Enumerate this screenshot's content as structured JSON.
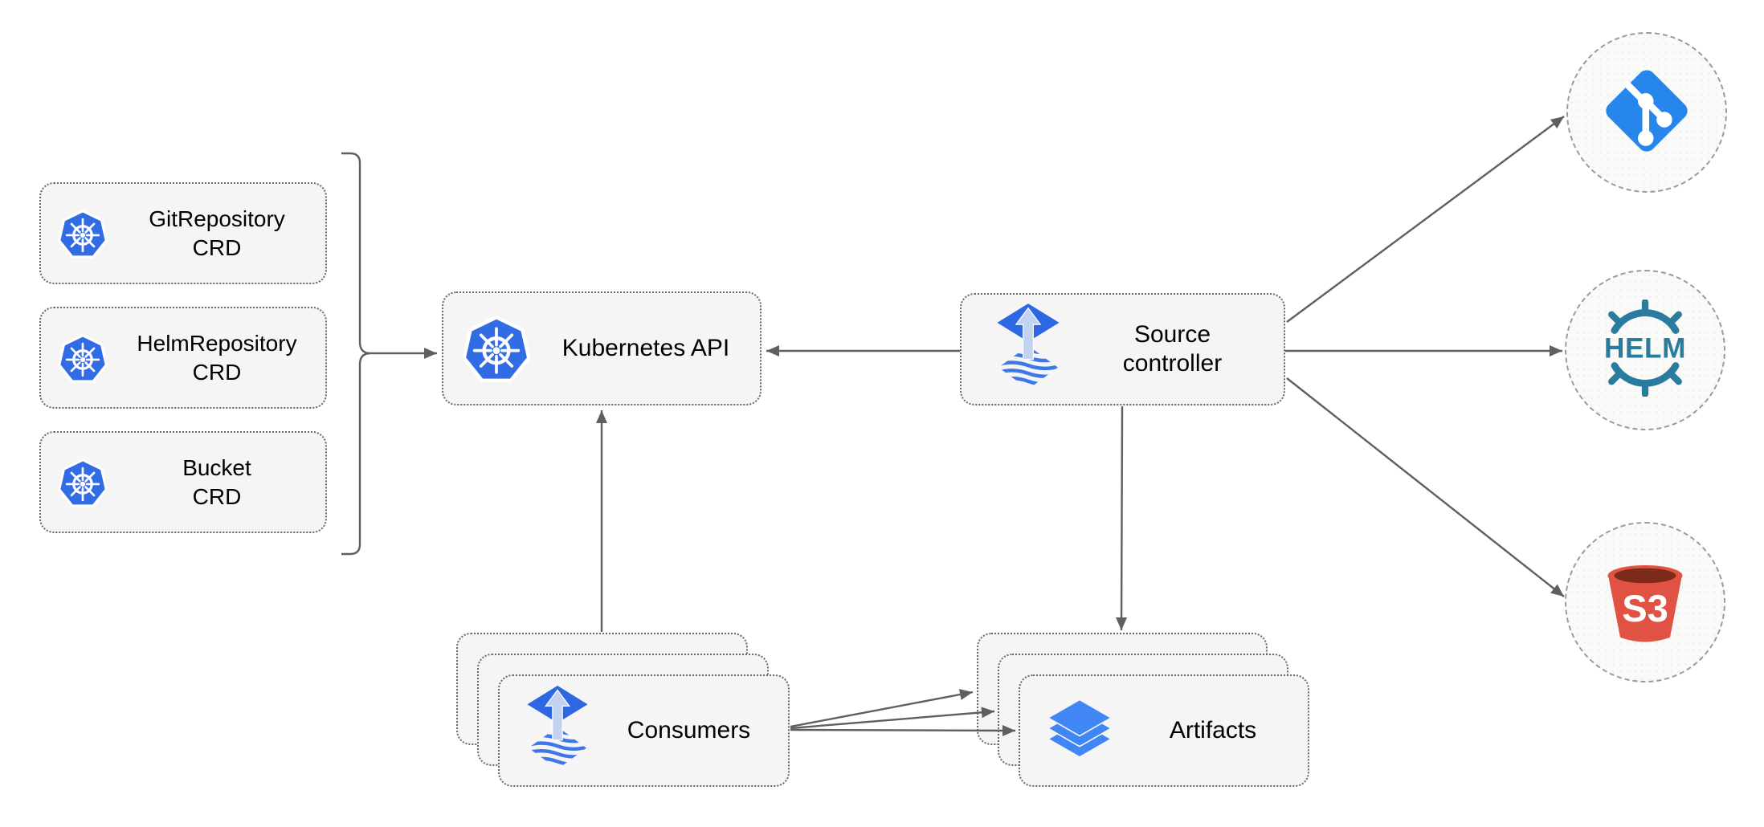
{
  "diagram": {
    "type": "architecture-diagram",
    "background": "#ffffff"
  },
  "nodes": {
    "git_repository_crd": {
      "line1": "GitRepository",
      "line2": "CRD",
      "icon": "kubernetes-icon"
    },
    "helm_repository_crd": {
      "line1": "HelmRepository",
      "line2": "CRD",
      "icon": "kubernetes-icon"
    },
    "bucket_crd": {
      "line1": "Bucket",
      "line2": "CRD",
      "icon": "kubernetes-icon"
    },
    "kubernetes_api": {
      "label": "Kubernetes API",
      "icon": "kubernetes-icon"
    },
    "source_controller": {
      "line1": "Source",
      "line2": "controller",
      "icon": "flux-icon"
    },
    "consumers": {
      "label": "Consumers",
      "icon": "flux-icon",
      "stacked": 3
    },
    "artifacts": {
      "label": "Artifacts",
      "icon": "layers-icon",
      "stacked": 3
    },
    "git_endpoint": {
      "icon": "git-icon"
    },
    "helm_endpoint": {
      "icon": "helm-icon",
      "label": "HELM"
    },
    "s3_endpoint": {
      "icon": "s3-bucket-icon",
      "label": "S3"
    }
  },
  "edges": [
    {
      "from": "crd-group-brace",
      "to": "kubernetes_api",
      "style": "arrow"
    },
    {
      "from": "source_controller",
      "to": "kubernetes_api",
      "style": "arrow"
    },
    {
      "from": "consumers",
      "to": "kubernetes_api",
      "style": "arrow"
    },
    {
      "from": "source_controller",
      "to": "artifacts",
      "style": "arrow"
    },
    {
      "from": "source_controller",
      "to": "git_endpoint",
      "style": "arrow"
    },
    {
      "from": "source_controller",
      "to": "helm_endpoint",
      "style": "arrow"
    },
    {
      "from": "source_controller",
      "to": "s3_endpoint",
      "style": "arrow"
    },
    {
      "from": "consumers",
      "to": "artifacts",
      "style": "arrow",
      "count": 3
    }
  ],
  "colors": {
    "box_fill": "#f5f5f5",
    "box_border": "#676767",
    "circle_fill": "#fafaf8",
    "circle_border": "#9b9b9b",
    "connector": "#5f5f5f",
    "kubernetes_blue": "#326ce5",
    "flux_blue": "#2d68e2",
    "flux_arrow_light": "#c2d3f2",
    "flux_wave_blue": "#3e77e8",
    "git_blue": "#2786ec",
    "helm_teal": "#2a7c9e",
    "s3_red": "#e05243",
    "s3_dark_red": "#7e2a1b",
    "layers_blue": "#4086f4",
    "text": "#000000"
  }
}
